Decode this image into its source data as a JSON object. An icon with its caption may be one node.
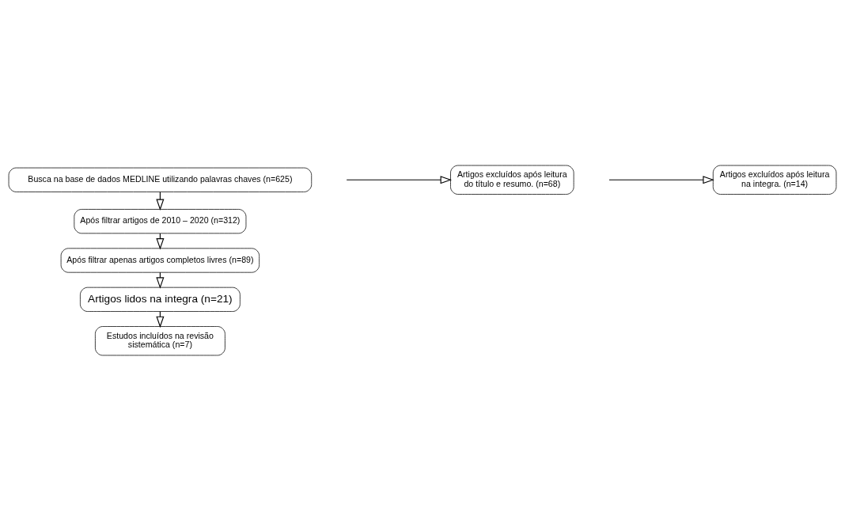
{
  "diagram": {
    "nodes": [
      {
        "text": [
          "Busca na base de dados MEDLINE utilizando palavras chaves (n=625)"
        ]
      },
      {
        "text": [
          "Após filtrar artigos de 2010 – 2020 (n=312)"
        ]
      },
      {
        "text": [
          "Após filtrar apenas artigos completos livres (n=89)"
        ]
      },
      {
        "text": [
          "Artigos excluídos após leitura do título e resumo. (n=68)"
        ]
      },
      {
        "text": [
          "Artigos lidos na integra (n=21)"
        ]
      },
      {
        "text": [
          "Artigos excluídos após leitura na integra. (n=14)"
        ]
      },
      {
        "text": [
          "Estudos incluídos na revisão sistemática (n=7)"
        ]
      }
    ],
    "edges": [
      {
        "from": 0,
        "to": 1,
        "arrow": "to"
      },
      {
        "from": 1,
        "to": 2,
        "arrow": "to"
      },
      {
        "from": 2,
        "to": 4,
        "arrow": "to"
      },
      {
        "from": null,
        "to": 3,
        "arrow": "to"
      },
      {
        "from": 4,
        "to": 6,
        "arrow": "to"
      },
      {
        "from": null,
        "to": 5,
        "arrow": "to"
      }
    ]
  }
}
